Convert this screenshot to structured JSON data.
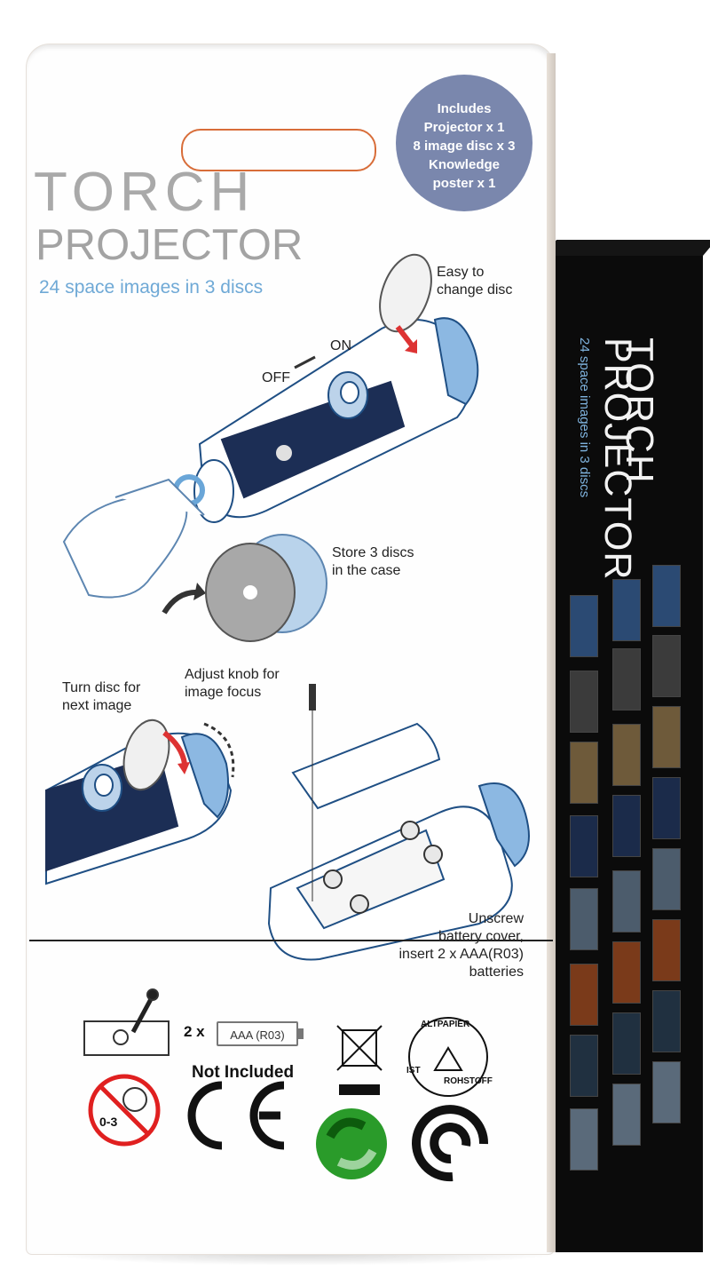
{
  "box": {
    "title_line1": "TORCH",
    "title_line2": "PROJECTOR",
    "subtitle": "24 space images in 3 discs"
  },
  "includes_badge": {
    "lines": [
      "Includes",
      "Projector x 1",
      "8 image disc x 3",
      "Knowledge",
      "poster x 1"
    ],
    "color": "#7a87ad"
  },
  "instructions": {
    "on": "ON",
    "off": "OFF",
    "easy_change": [
      "Easy to",
      "change disc"
    ],
    "store_discs": [
      "Store 3 discs",
      "in the case"
    ],
    "turn_disc": [
      "Turn disc for",
      "next image"
    ],
    "adjust_knob": [
      "Adjust knob for",
      "image focus"
    ],
    "battery": [
      "Unscrew",
      "battery cover,",
      "insert 2 x AAA(R03)",
      "batteries"
    ]
  },
  "battery_info": {
    "count": "2 x",
    "type": "AAA (R03)",
    "note": "Not Included"
  },
  "recycling": {
    "circle_text_top": "ALTPAPIER",
    "circle_text_left": "IST",
    "circle_text_right": "ROHSTOFF"
  },
  "age_warning": "0-3",
  "side_panel": {
    "title_line1": "TORCH",
    "title_line2": "PROJECTOR",
    "subtitle": "24 space images in 3 discs"
  },
  "colors": {
    "accent_blue": "#6fa9d6",
    "title_gray": "#a9a9a9",
    "warning_red": "#e02020",
    "green_dot": "#2a9b2a"
  }
}
